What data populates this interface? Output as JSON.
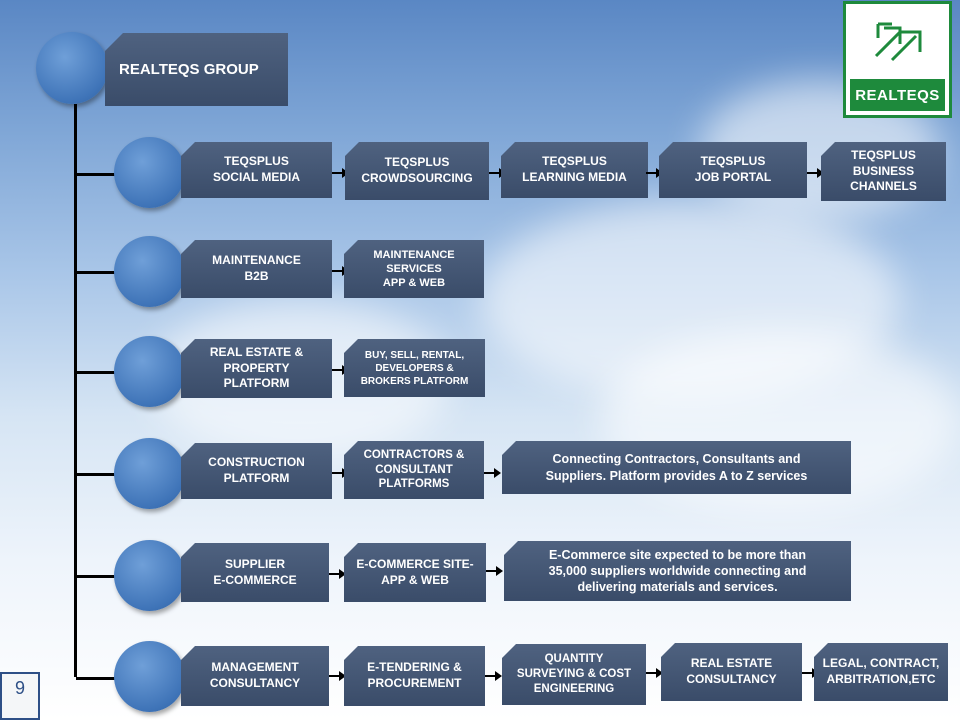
{
  "title": "REALTEQS GROUP",
  "logo": {
    "text": "REALTEQS",
    "icon": "double-arrow-icon",
    "color": "#1e8a3c"
  },
  "page_number": "9",
  "rows": [
    {
      "boxes": [
        "TEQSPLUS\nSOCIAL MEDIA",
        "TEQSPLUS\nCROWDSOURCING",
        "TEQSPLUS\nLEARNING MEDIA",
        "TEQSPLUS\nJOB PORTAL",
        "TEQSPLUS\nBUSINESS\nCHANNELS"
      ]
    },
    {
      "boxes": [
        "MAINTENANCE\nB2B",
        "MAINTENANCE\nSERVICES\nAPP & WEB"
      ]
    },
    {
      "boxes": [
        "REAL ESTATE &\nPROPERTY\nPLATFORM",
        "BUY,  SELL, RENTAL,\nDEVELOPERS  &\nBROKERS  PLATFORM"
      ]
    },
    {
      "boxes": [
        "CONSTRUCTION\nPLATFORM",
        "CONTRACTORS &\nCONSULTANT\nPLATFORMS",
        "Connecting Contractors, Consultants and\nSuppliers. Platform provides A to Z services"
      ]
    },
    {
      "boxes": [
        "SUPPLIER\nE-COMMERCE",
        "E-COMMERCE SITE-\nAPP & WEB",
        "E-Commerce site expected to be more than\n35,000 suppliers worldwide connecting and\ndelivering materials and services."
      ]
    },
    {
      "boxes": [
        "MANAGEMENT\nCONSULTANCY",
        "E-TENDERING &\nPROCUREMENT",
        "QUANTITY\nSURVEYING & COST\nENGINEERING",
        "REAL ESTATE\nCONSULTANCY",
        "LEGAL, CONTRACT,\nARBITRATION,ETC"
      ]
    }
  ]
}
